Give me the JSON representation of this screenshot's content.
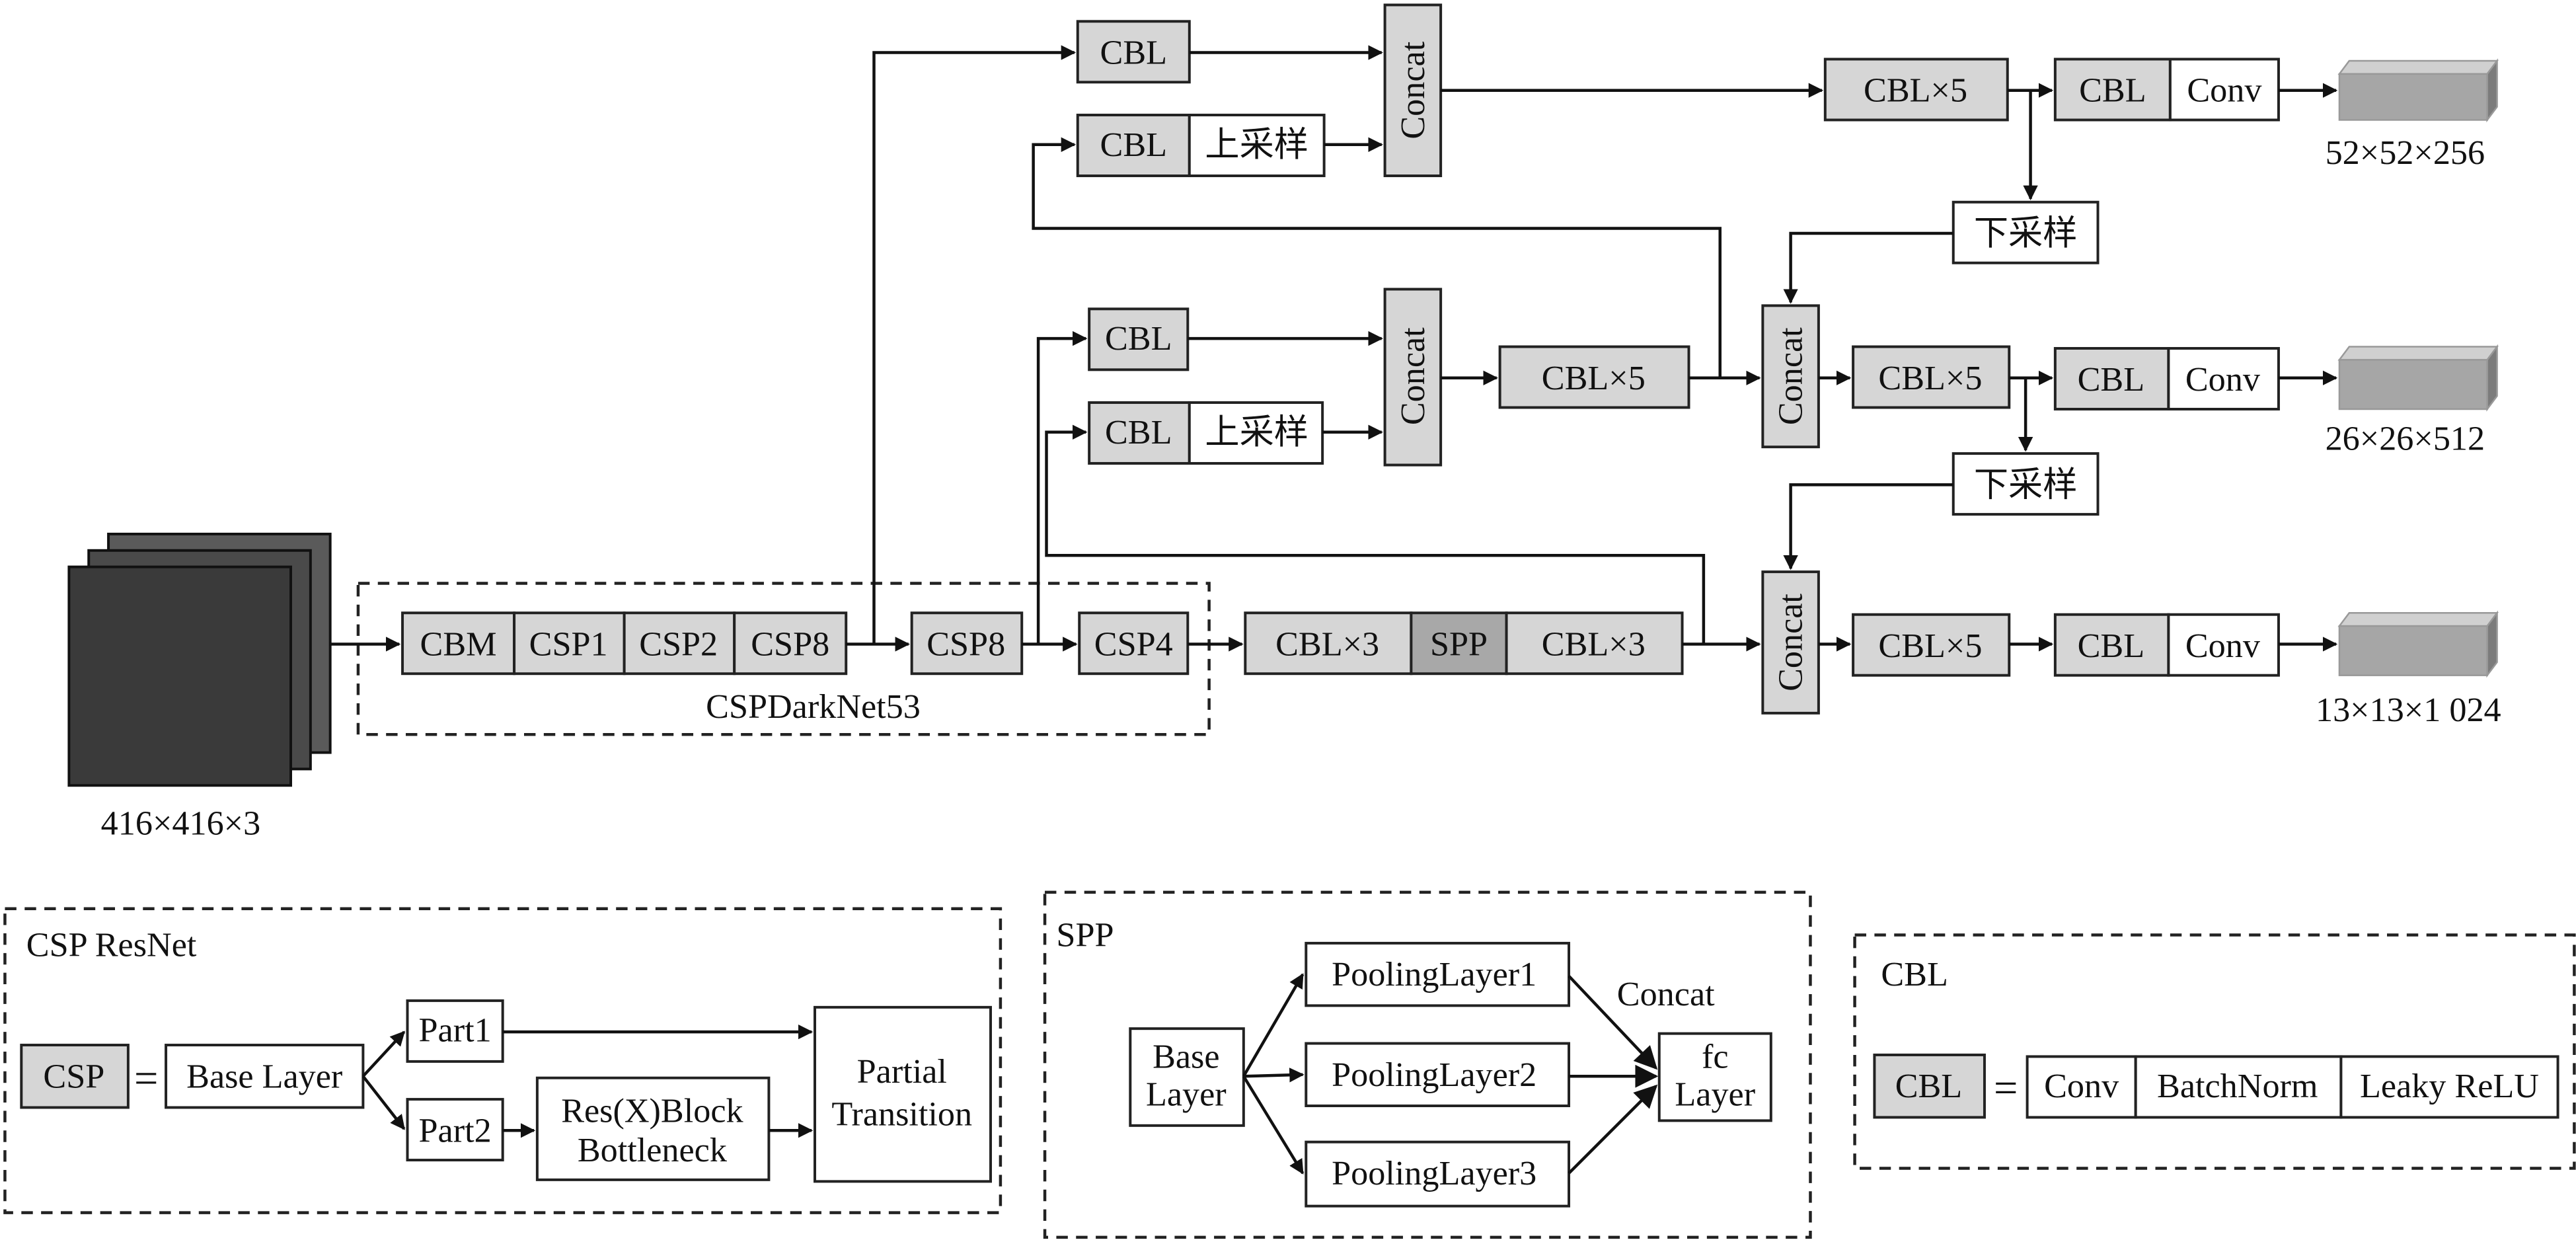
{
  "backbone": {
    "name": "CSPDarkNet53",
    "input_size": "416×416×3",
    "blocks": [
      "CBM",
      "CSP1",
      "CSP2",
      "CSP8",
      "CSP8",
      "CSP4"
    ]
  },
  "neck": {
    "cbl": "CBL",
    "spp": "SPP",
    "cbl_x3": "CBL×3",
    "cbl_x5": "CBL×5",
    "concat": "Concat",
    "upsample": "上采样",
    "downsample": "下采样",
    "conv": "Conv"
  },
  "outputs": [
    "52×52×256",
    "26×26×512",
    "13×13×1 024"
  ],
  "legend_csp": {
    "title": "CSP ResNet",
    "csp": "CSP",
    "equals": "=",
    "base_layer": "Base Layer",
    "part1": "Part1",
    "part2": "Part2",
    "resblock_line1": "Res(X)Block",
    "resblock_line2": "Bottleneck",
    "transition_line1": "Partial",
    "transition_line2": "Transition"
  },
  "legend_spp": {
    "title": "SPP",
    "base_line1": "Base",
    "base_line2": "Layer",
    "pool1": "PoolingLayer1",
    "pool2": "PoolingLayer2",
    "pool3": "PoolingLayer3",
    "concat": "Concat",
    "fc_line1": "fc",
    "fc_line2": "Layer"
  },
  "legend_cbl": {
    "title": "CBL",
    "cbl": "CBL",
    "equals": "=",
    "conv": "Conv",
    "batchnorm": "BatchNorm",
    "activation": "Leaky ReLU"
  },
  "colors": {
    "block_fill": "#d6d6d6",
    "spp_fill": "#a8a8a8",
    "input_cube": "#3a3a3a",
    "output_cube": "#a6a6a6"
  }
}
